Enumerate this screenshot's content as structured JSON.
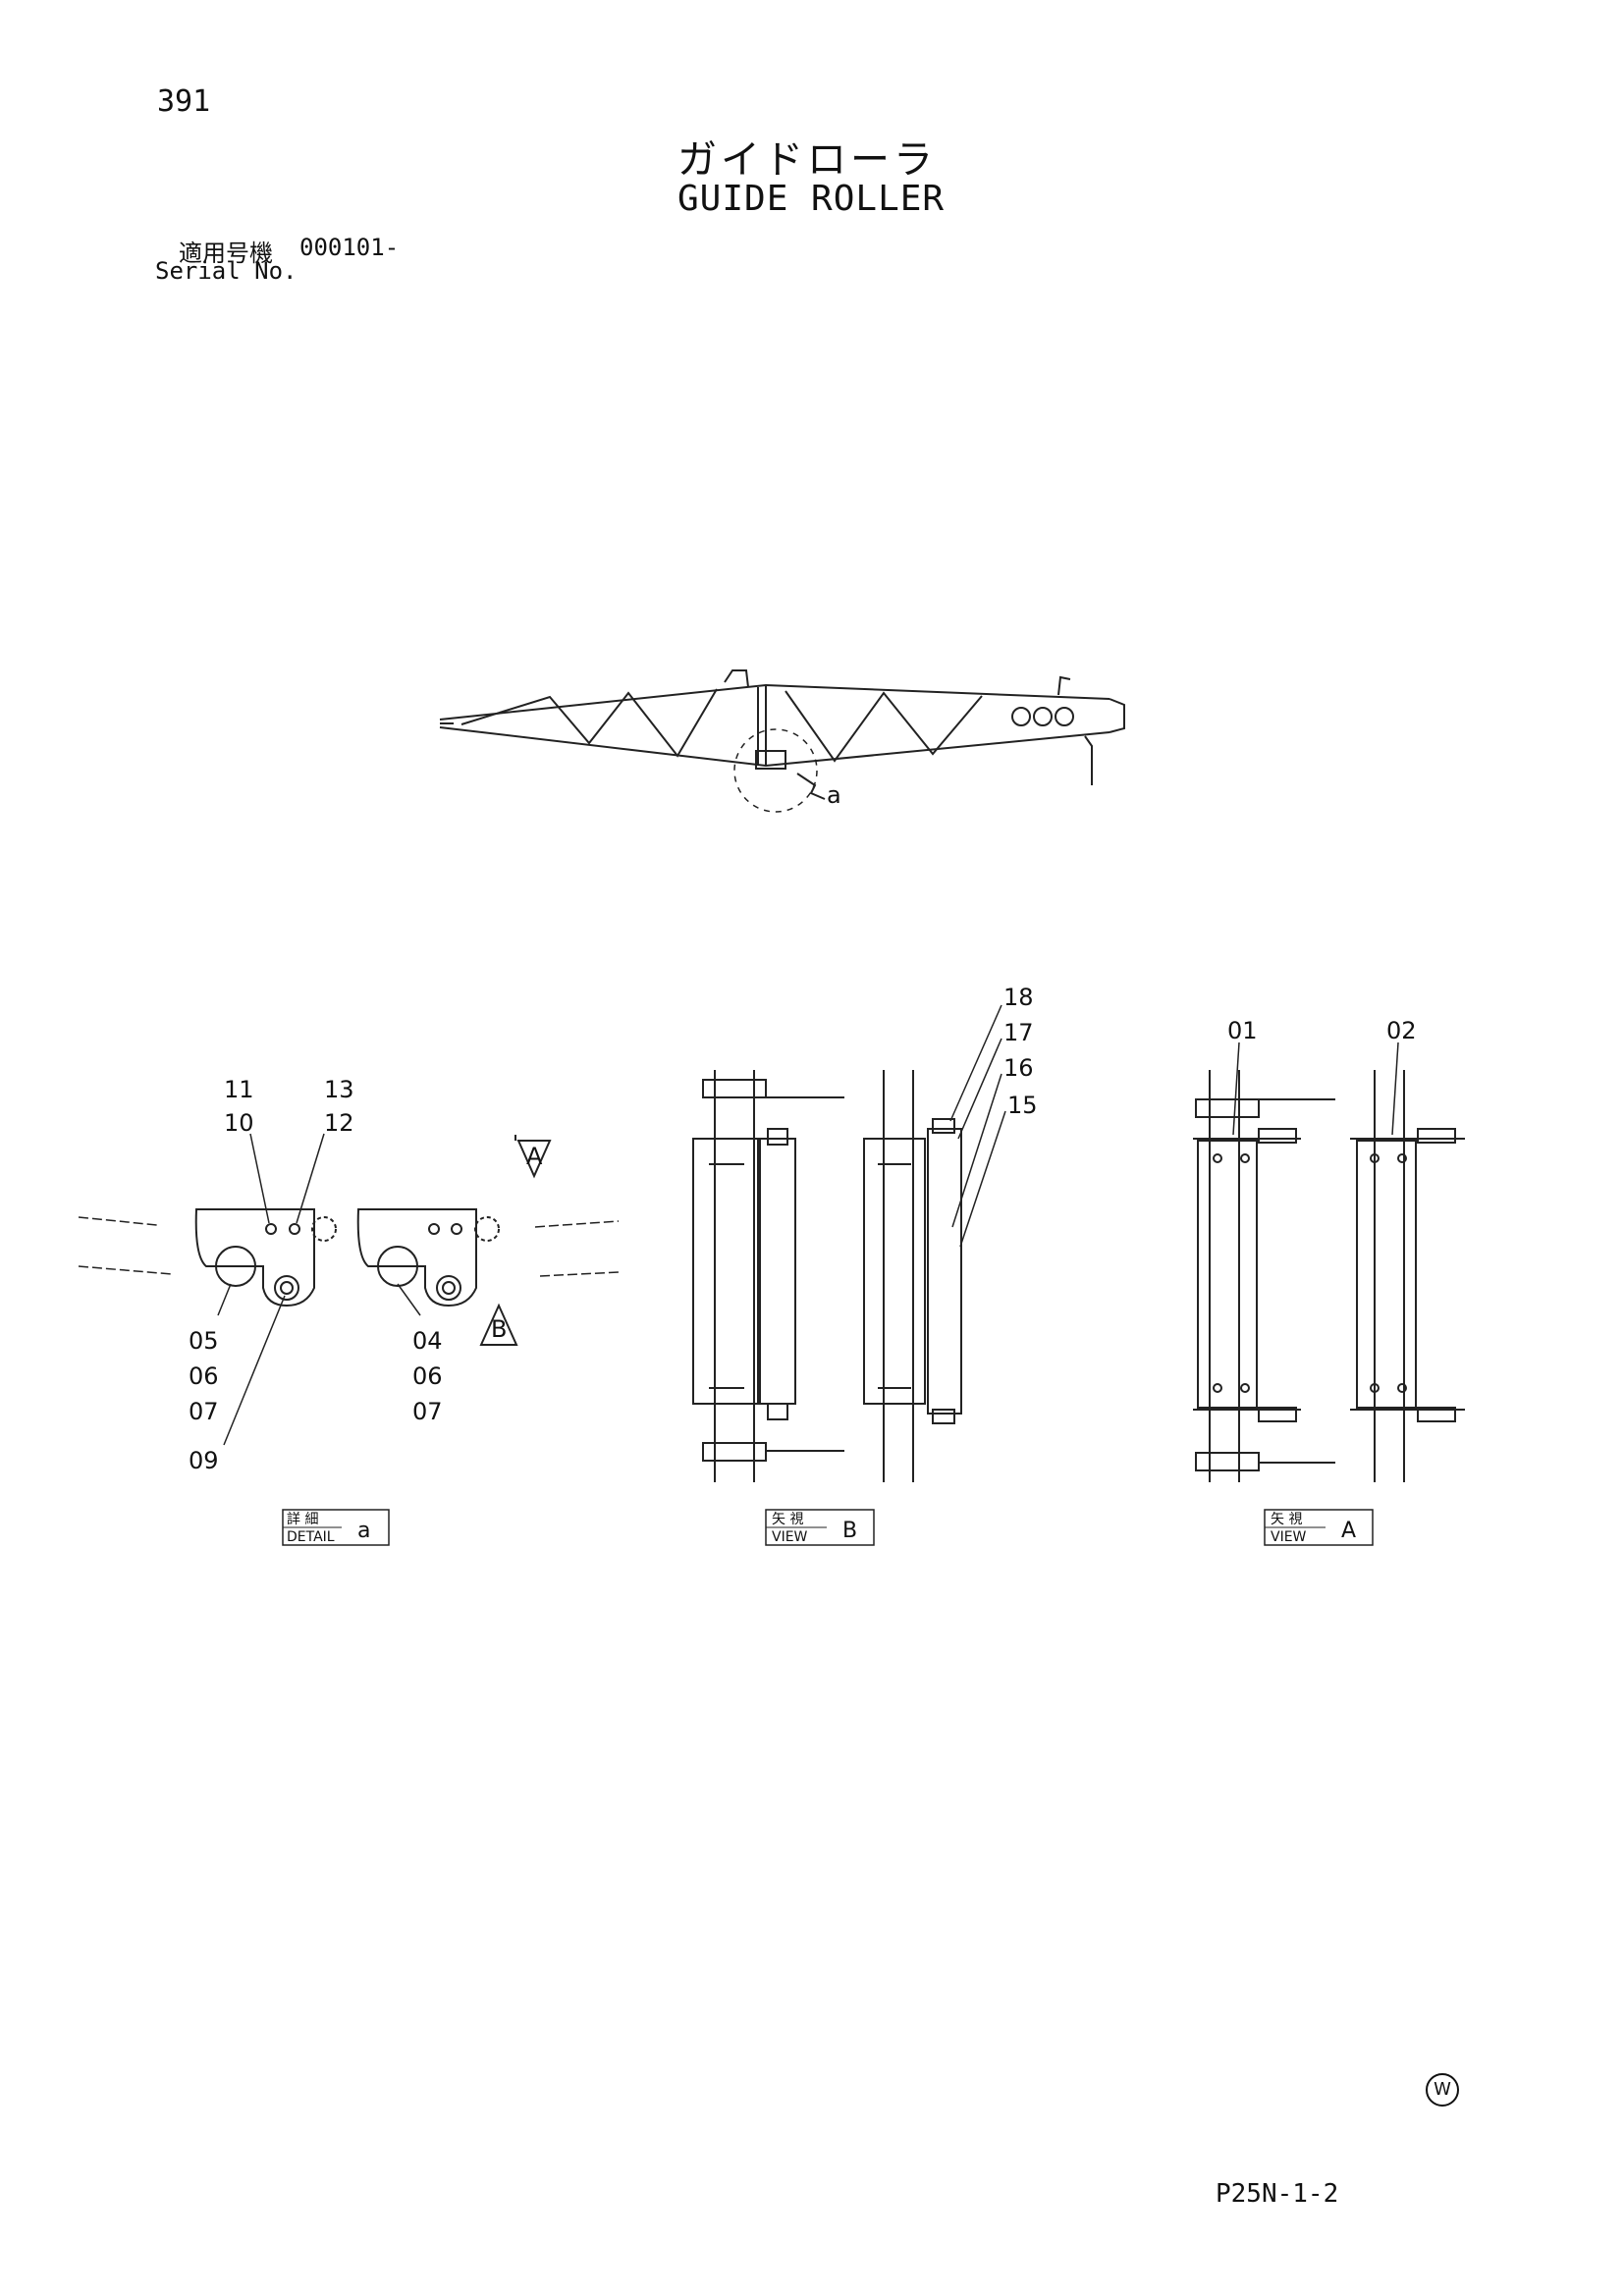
{
  "header": {
    "page_number": "391",
    "title_jp": "ガイドローラ",
    "title_en": "GUIDE ROLLER",
    "serial_label_jp": "適用号機",
    "serial_value": "000101-",
    "serial_label_en": "Serial No."
  },
  "drawing": {
    "boom_callout": "a",
    "detail_a": {
      "caption_jp": "詳 細",
      "caption_en": "DETAIL",
      "caption_letter": "a",
      "view_arrow_a": "A",
      "view_arrow_b": "B",
      "labels": [
        "11",
        "10",
        "13",
        "12",
        "05",
        "06",
        "07",
        "09",
        "04",
        "06",
        "07"
      ]
    },
    "view_b": {
      "caption_jp": "矢 視",
      "caption_en": "VIEW",
      "caption_letter": "B",
      "labels": [
        "18",
        "17",
        "16",
        "15"
      ]
    },
    "view_a": {
      "caption_jp": "矢 視",
      "caption_en": "VIEW",
      "caption_letter": "A",
      "labels": [
        "01",
        "02"
      ]
    }
  },
  "footer": {
    "mark": "W",
    "page_code": "P25N-1-2"
  }
}
